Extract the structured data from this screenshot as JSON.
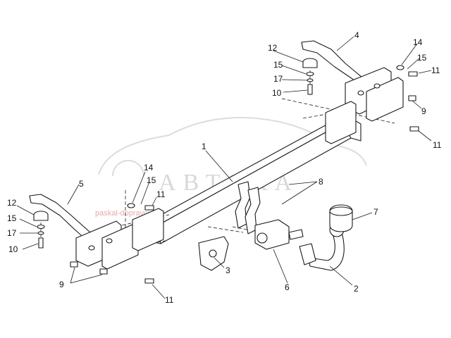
{
  "watermark": {
    "brand": "АВТОКА",
    "subtext": "paskal-dopravci"
  },
  "callouts": [
    {
      "id": "c1",
      "label": "1"
    },
    {
      "id": "c2",
      "label": "2"
    },
    {
      "id": "c3",
      "label": "3"
    },
    {
      "id": "c4",
      "label": "4"
    },
    {
      "id": "c5",
      "label": "5"
    },
    {
      "id": "c6",
      "label": "6"
    },
    {
      "id": "c7",
      "label": "7"
    },
    {
      "id": "c8",
      "label": "8"
    },
    {
      "id": "c9a",
      "label": "9"
    },
    {
      "id": "c9b",
      "label": "9"
    },
    {
      "id": "c10a",
      "label": "10"
    },
    {
      "id": "c10b",
      "label": "10"
    },
    {
      "id": "c11a",
      "label": "11"
    },
    {
      "id": "c11b",
      "label": "11"
    },
    {
      "id": "c11c",
      "label": "11"
    },
    {
      "id": "c11d",
      "label": "11"
    },
    {
      "id": "c12a",
      "label": "12"
    },
    {
      "id": "c12b",
      "label": "12"
    },
    {
      "id": "c14a",
      "label": "14"
    },
    {
      "id": "c14b",
      "label": "14"
    },
    {
      "id": "c15a",
      "label": "15"
    },
    {
      "id": "c15b",
      "label": "15"
    },
    {
      "id": "c15c",
      "label": "15"
    },
    {
      "id": "c15d",
      "label": "15"
    },
    {
      "id": "c17a",
      "label": "17"
    },
    {
      "id": "c17b",
      "label": "17"
    }
  ]
}
